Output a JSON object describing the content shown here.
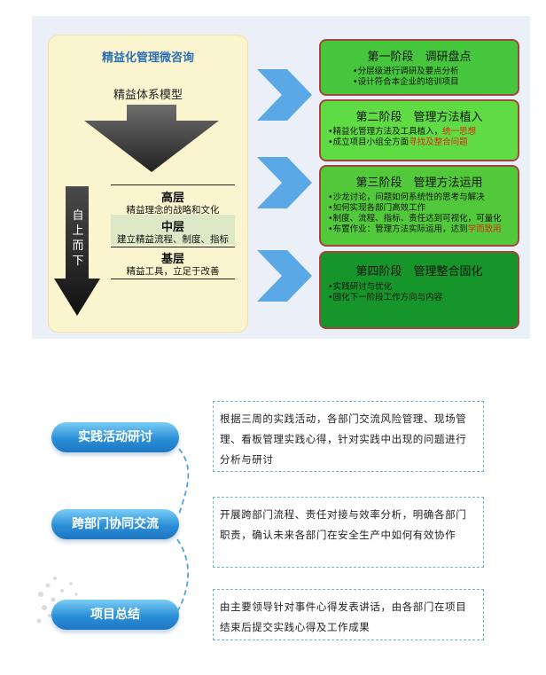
{
  "model": {
    "title": "精益化管理微咨询",
    "subtitle": "精益体系模型",
    "direction_label": [
      "自",
      "上",
      "而",
      "下"
    ],
    "layers": [
      {
        "name": "高层",
        "desc": "精益理念的战略和文化"
      },
      {
        "name": "中层",
        "desc": "建立精益流程、制度、指标"
      },
      {
        "name": "基层",
        "desc": "精益工具，立足于改善"
      }
    ]
  },
  "stages": [
    {
      "title": "第一阶段　调研盘点",
      "items": [
        [
          "•分层级进行调研及要点分析"
        ],
        [
          "•设计符合本企业的培训项目"
        ]
      ]
    },
    {
      "title": "第二阶段　管理方法植入",
      "items": [
        [
          "•精益化管理方法及工具植入，",
          "统一思想"
        ],
        [
          "•成立项目小组全方面",
          "寻找及整合问题"
        ]
      ]
    },
    {
      "title": "第三阶段　管理方法运用",
      "items": [
        [
          "•沙龙讨论，问题如何系统性的思考与解决"
        ],
        [
          "•如何实现各部门高效工作"
        ],
        [
          "•制度、流程、指标、责任达到可视化，可量化"
        ],
        [
          "•布置作业：管理方法实际运用，达到",
          "学而致用"
        ]
      ]
    },
    {
      "title": "第四阶段　管理整合固化",
      "items": [
        [
          "•实践研讨与优化"
        ],
        [
          "•固化下一阶段工作方向与内容"
        ]
      ]
    }
  ],
  "activities": [
    {
      "label": "实践活动研讨",
      "text": "根据三周的实践活动，各部门交流风险管理、现场管理、看板管理实践心得，针对实践中出现的问题进行分析与研讨"
    },
    {
      "label": "跨部门协同交流",
      "text": "开展跨部门流程、责任对接与效率分析，明确各部门职责，确认未来各部门在安全生产中如何有效协作"
    },
    {
      "label": "项目总结",
      "text": "由主要领导针对事件心得发表讲话，由各部门在项目结束后提交实践心得及工作成果"
    }
  ],
  "colors": {
    "panel_bg": "#eaeff8",
    "card_bg": "#fbf5cf",
    "title_blue": "#2d6fb5",
    "arrow_blue": "#5aa8e6",
    "stage_border": "#a3453c",
    "stage_fills": [
      "#46c63c",
      "#5fdc44",
      "#52c93a",
      "#16962a"
    ],
    "highlight_red": "#e02516",
    "pill_blue": "#2b8fd7",
    "dashed_border": "#6fb2d8"
  }
}
